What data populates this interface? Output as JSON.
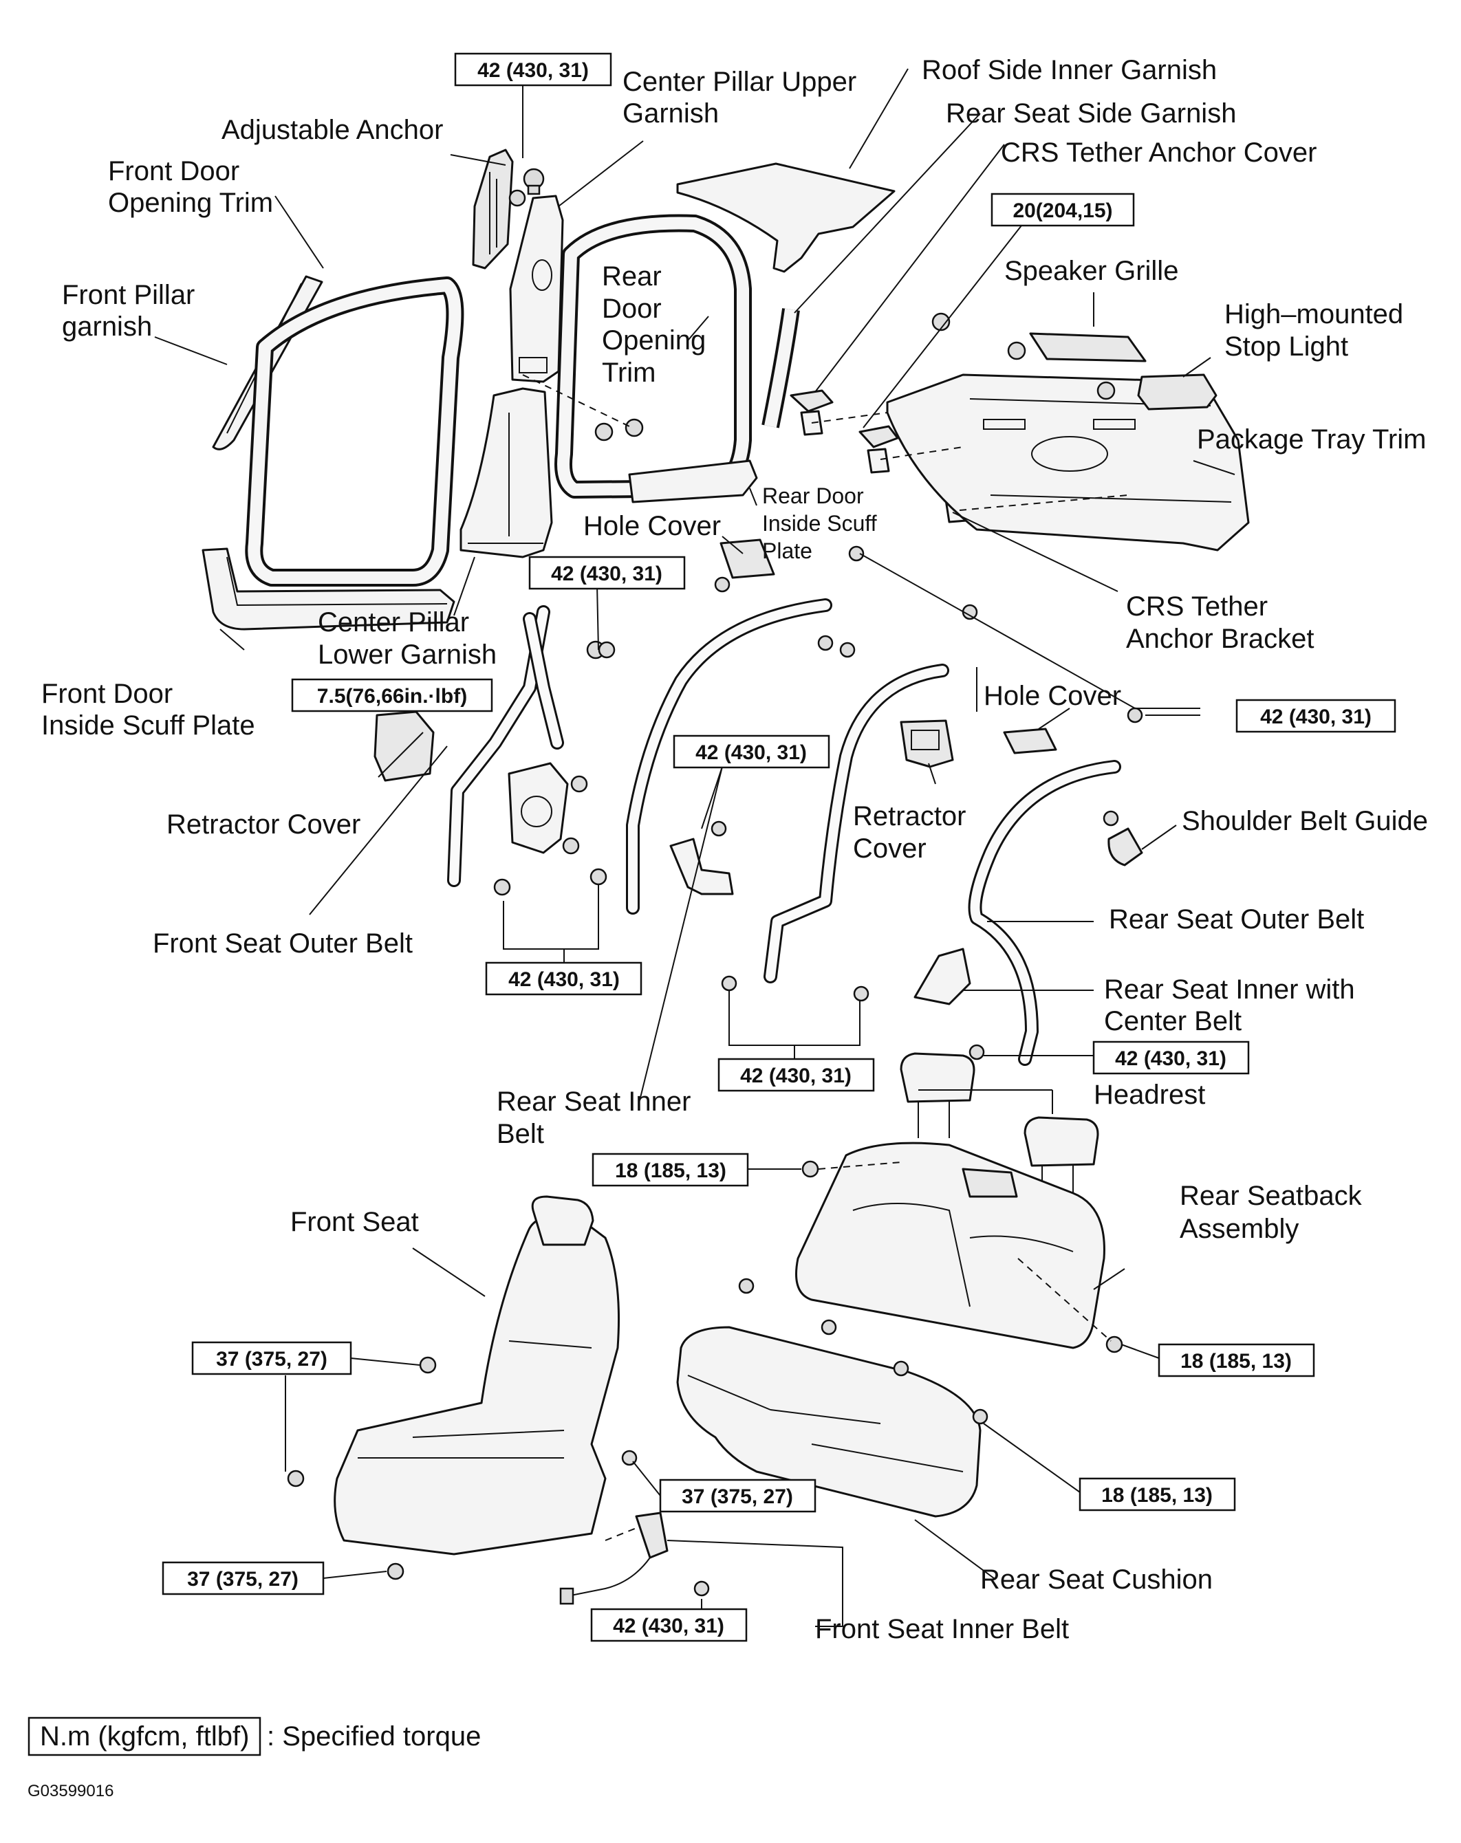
{
  "labels": {
    "center_pillar_upper_1": "Center Pillar Upper",
    "center_pillar_upper_2": "Garnish",
    "roof_side_inner_garnish": "Roof Side Inner Garnish",
    "rear_seat_side_garnish": "Rear Seat Side Garnish",
    "crs_tether_anchor_cover": "CRS Tether Anchor Cover",
    "adjustable_anchor": "Adjustable Anchor",
    "front_door_opening_trim_1": "Front Door",
    "front_door_opening_trim_2": "Opening Trim",
    "front_pillar_garnish_1": "Front Pillar",
    "front_pillar_garnish_2": "garnish",
    "rear_door_opening_trim_1": "Rear",
    "rear_door_opening_trim_2": "Door",
    "rear_door_opening_trim_3": "Opening",
    "rear_door_opening_trim_4": "Trim",
    "speaker_grille": "Speaker Grille",
    "high_mounted_stop_light_1": "High–mounted",
    "high_mounted_stop_light_2": "Stop Light",
    "package_tray_trim": "Package Tray Trim",
    "rear_door_inside_scuff_1": "Rear Door",
    "rear_door_inside_scuff_2": "Inside Scuff",
    "rear_door_inside_scuff_3": "Plate",
    "hole_cover_1": "Hole Cover",
    "crs_tether_anchor_bracket_1": "CRS Tether",
    "crs_tether_anchor_bracket_2": "Anchor Bracket",
    "center_pillar_lower_1": "Center Pillar",
    "center_pillar_lower_2": "Lower Garnish",
    "front_door_inside_scuff_1": "Front Door",
    "front_door_inside_scuff_2": "Inside Scuff Plate",
    "hole_cover_2": "Hole Cover",
    "retractor_cover_1": "Retractor Cover",
    "retractor_cover_2a": "Retractor",
    "retractor_cover_2b": "Cover",
    "shoulder_belt_guide": "Shoulder Belt Guide",
    "rear_seat_outer_belt": "Rear Seat Outer Belt",
    "front_seat_outer_belt": "Front Seat Outer Belt",
    "rear_seat_inner_center_1": "Rear  Seat  Inner  with",
    "rear_seat_inner_center_2": "Center Belt",
    "headrest": "Headrest",
    "rear_seat_inner_belt_1": "Rear Seat Inner",
    "rear_seat_inner_belt_2": "Belt",
    "rear_seatback_1": "Rear Seatback",
    "rear_seatback_2": "Assembly",
    "front_seat": "Front Seat",
    "rear_seat_cushion": "Rear Seat Cushion",
    "front_seat_inner_belt": "Front Seat Inner Belt"
  },
  "torques": {
    "t_top": "42 (430, 31)",
    "t_crs": "20(204,15)",
    "t_retractor_front": "7.5(76,66in.·lbf)",
    "t_front_belt_upper": "42 (430, 31)",
    "t_rear_mid": "42 (430, 31)",
    "t_right_upper": "42 (430, 31)",
    "t_front_belt_lower": "42 (430, 31)",
    "t_rear_inner_lower": "42 (430, 31)",
    "t_rear_outer_lower": "42 (430, 31)",
    "t_seatback_top": "18 (185, 13)",
    "t_seatback_right": "18 (185, 13)",
    "t_cushion": "18 (185, 13)",
    "t_front_seat_upper": "37 (375, 27)",
    "t_front_seat_mid": "37 (375, 27)",
    "t_front_seat_lower": "37 (375, 27)",
    "t_front_inner_belt": "42 (430, 31)"
  },
  "legend": {
    "box_text": "N.m (kgfcm, ftlbf)",
    "desc": ": Specified torque"
  },
  "figure_code": "G03599016"
}
